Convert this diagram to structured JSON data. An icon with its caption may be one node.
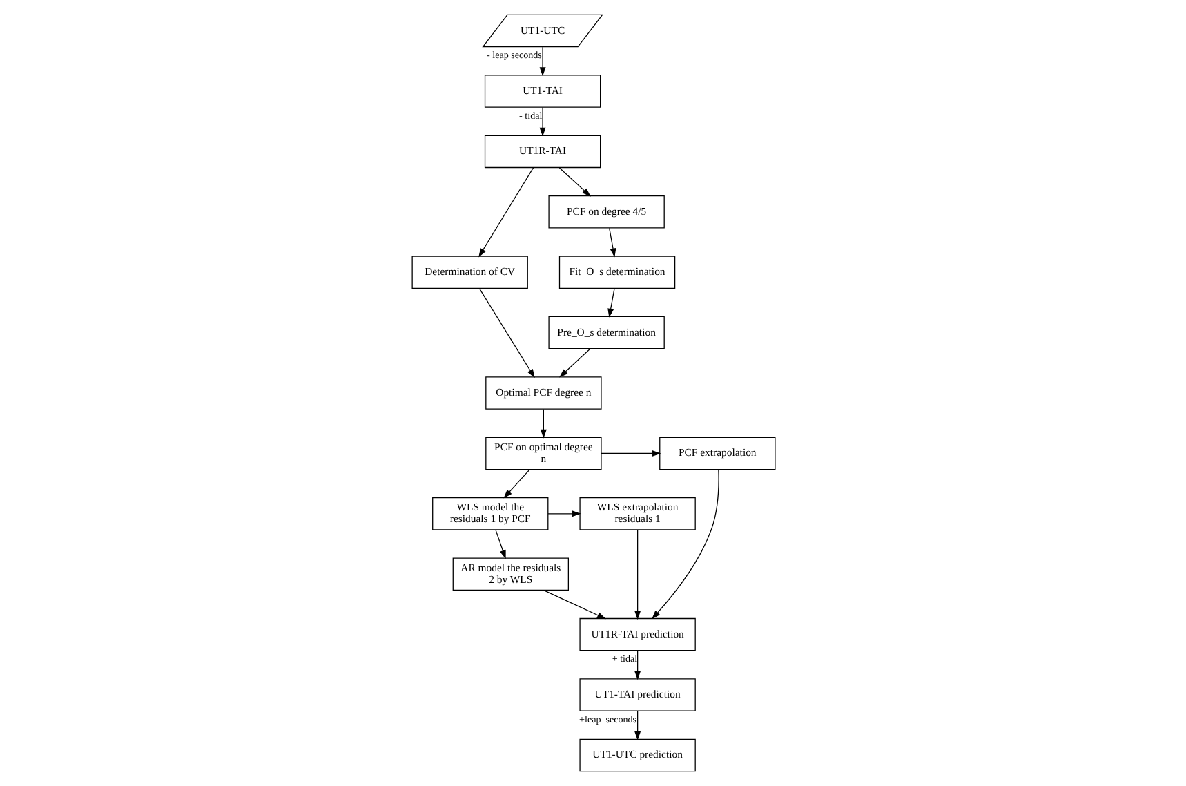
{
  "diagram": {
    "nodes": [
      {
        "text": [
          "UT1-UTC"
        ]
      },
      {
        "text": [
          "UT1-TAI"
        ]
      },
      {
        "text": [
          "UT1R-TAI"
        ]
      },
      {
        "text": [
          "Determination of CV"
        ]
      },
      {
        "text": [
          "PCF on degree 4/5"
        ]
      },
      {
        "text": [
          "Fit_O_s determination"
        ]
      },
      {
        "text": [
          "Pre_O_s determination"
        ]
      },
      {
        "text": [
          "Optimal PCF degree n"
        ]
      },
      {
        "text": [
          "PCF on optimal degree n"
        ]
      },
      {
        "text": [
          "PCF extrapolation"
        ]
      },
      {
        "text": [
          "WLS model the residuals 1 by PCF"
        ]
      },
      {
        "text": [
          "WLS extrapolation residuals 1"
        ]
      },
      {
        "text": [
          "AR model the residuals 2 by WLS"
        ]
      },
      {
        "text": [
          "UT1R-TAI prediction"
        ]
      },
      {
        "text": [
          "UT1-TAI prediction"
        ]
      },
      {
        "text": [
          "UT1-UTC prediction"
        ]
      }
    ],
    "edges": [
      {
        "from": 0,
        "to": 1,
        "arrow": "to",
        "label": "- leap seconds"
      },
      {
        "from": 1,
        "to": 2,
        "arrow": "to",
        "label": "- tidal"
      },
      {
        "from": 2,
        "to": 3,
        "arrow": "to"
      },
      {
        "from": 2,
        "to": 4,
        "arrow": "to"
      },
      {
        "from": 4,
        "to": 5,
        "arrow": "to"
      },
      {
        "from": 5,
        "to": 6,
        "arrow": "to"
      },
      {
        "from": 3,
        "to": 7,
        "arrow": "to"
      },
      {
        "from": 6,
        "to": 7,
        "arrow": "to"
      },
      {
        "from": 7,
        "to": 8,
        "arrow": "to"
      },
      {
        "from": 8,
        "to": 9,
        "arrow": "to"
      },
      {
        "from": 8,
        "to": 10,
        "arrow": "to"
      },
      {
        "from": 10,
        "to": 11,
        "arrow": "to"
      },
      {
        "from": 10,
        "to": 12,
        "arrow": "to"
      },
      {
        "from": 12,
        "to": 13,
        "arrow": "to"
      },
      {
        "from": 11,
        "to": 13,
        "arrow": "to"
      },
      {
        "from": 9,
        "to": 13,
        "arrow": "to"
      },
      {
        "from": 13,
        "to": 14,
        "arrow": "to",
        "label": "+ tidal"
      },
      {
        "from": 14,
        "to": 15,
        "arrow": "to",
        "label": "+leap  seconds"
      }
    ]
  }
}
